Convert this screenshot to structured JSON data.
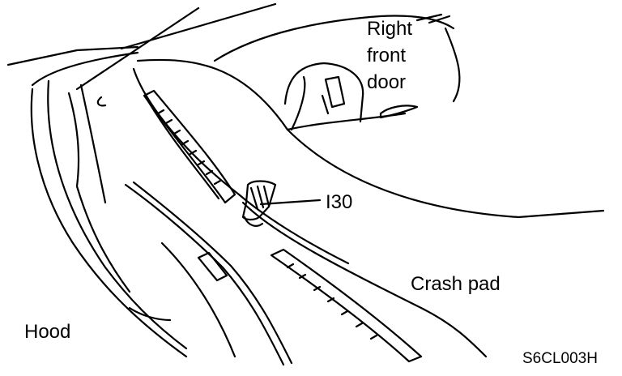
{
  "labels": {
    "right_front_door": [
      "Right",
      "front",
      "door"
    ],
    "connector": "I30",
    "crash_pad": "Crash pad",
    "hood": "Hood",
    "figure_code": "S6CL003H"
  },
  "colors": {
    "ink": "#000000",
    "paper": "#ffffff"
  }
}
